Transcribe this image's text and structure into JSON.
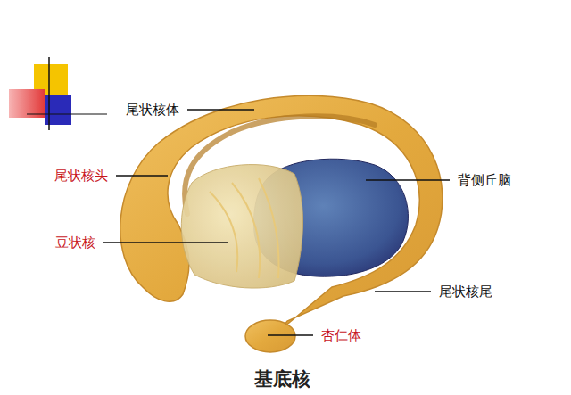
{
  "diagram": {
    "caption": "基底核",
    "labels": [
      "尾状核体",
      "尾状核头",
      "背侧丘脑",
      "豆状核",
      "尾状核尾",
      "杏仁体"
    ]
  }
}
